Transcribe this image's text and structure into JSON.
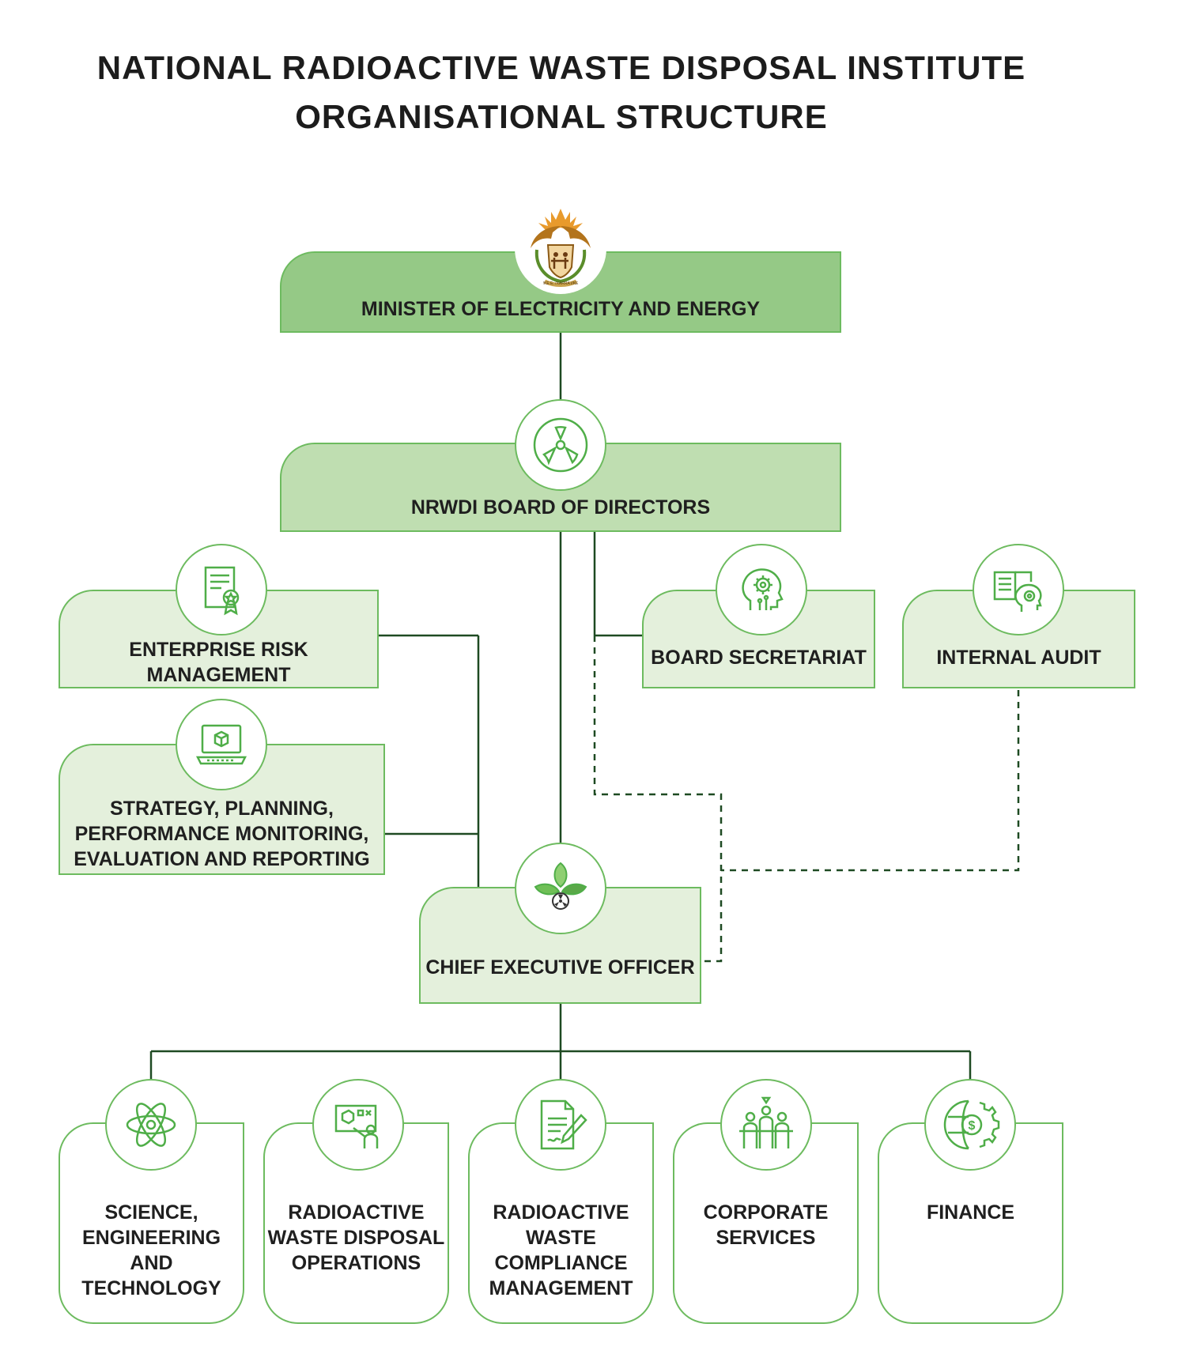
{
  "title": {
    "line1": "NATIONAL RADIOACTIVE WASTE DISPOSAL INSTITUTE",
    "line2": "ORGANISATIONAL STRUCTURE"
  },
  "nodes": {
    "minister": "MINISTER OF ELECTRICITY AND ENERGY",
    "board": "NRWDI BOARD OF DIRECTORS",
    "risk": "ENTERPRISE RISK MANAGEMENT",
    "strategy_lines": [
      "STRATEGY, PLANNING,",
      "PERFORMANCE MONITORING,",
      "EVALUATION AND REPORTING"
    ],
    "secretariat": "BOARD SECRETARIAT",
    "audit": "INTERNAL AUDIT",
    "ceo": "CHIEF EXECUTIVE OFFICER",
    "science_lines": [
      "SCIENCE,",
      "ENGINEERING",
      "AND",
      "TECHNOLOGY"
    ],
    "operations_lines": [
      "RADIOACTIVE",
      "WASTE DISPOSAL",
      "OPERATIONS"
    ],
    "compliance_lines": [
      "RADIOACTIVE",
      "WASTE",
      "COMPLIANCE",
      "MANAGEMENT"
    ],
    "corporate_lines": [
      "CORPORATE",
      "SERVICES"
    ],
    "finance_lines": [
      "FINANCE"
    ]
  },
  "crest_motto": "!KE E: /XARRA //KE",
  "colors": {
    "line": "#1e4a22",
    "border": "#6dbb5f",
    "dark_fill": "#95c986",
    "mid_fill": "#bfdeb1",
    "light_fill": "#e4f0dc",
    "icon_stroke": "#4fae48"
  },
  "icons": {
    "minister": "coat-of-arms-icon",
    "board": "radiation-icon",
    "risk": "certificate-icon",
    "strategy": "laptop-cube-icon",
    "secretariat": "head-gear-icon",
    "audit": "book-head-gear-icon",
    "ceo": "leaf-radiation-icon",
    "science": "atom-icon",
    "operations": "presentation-icon",
    "compliance": "document-pen-icon",
    "corporate": "team-icon",
    "finance": "globe-dollar-icon"
  }
}
